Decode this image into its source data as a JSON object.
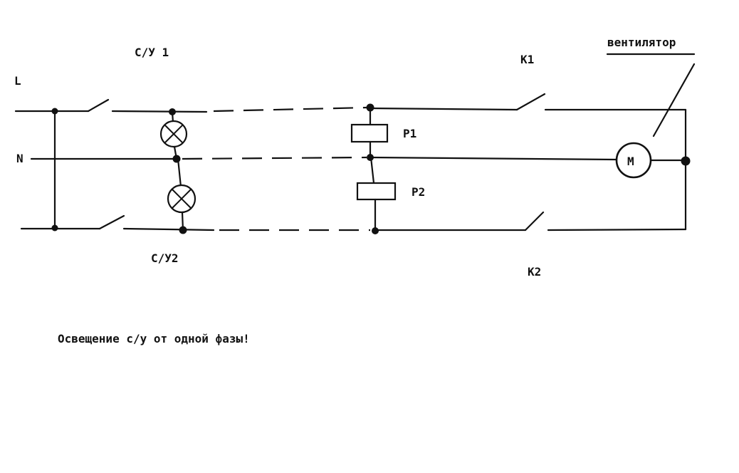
{
  "labels": {
    "line_l": "L",
    "line_n": "N",
    "switch_su1": "С/У 1",
    "switch_su2": "С/У2",
    "relay_p1": "Р1",
    "relay_p2": "Р2",
    "contact_k1": "К1",
    "contact_k2": "К2",
    "fan": "вентилятор",
    "motor": "М",
    "note": "Освещение с/у от одной фазы!"
  }
}
